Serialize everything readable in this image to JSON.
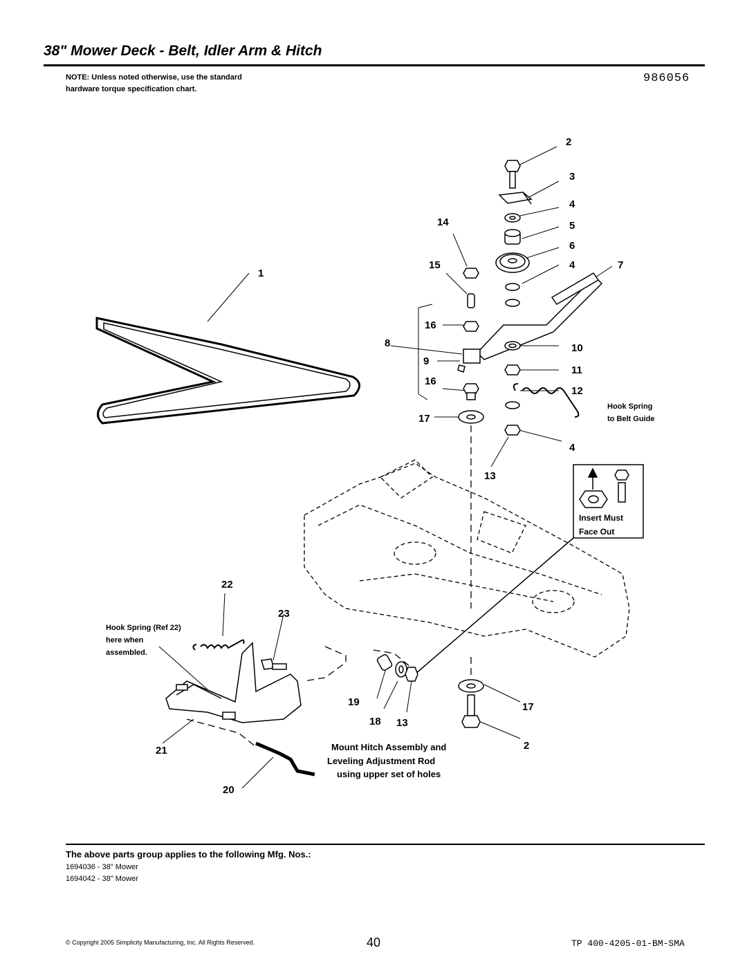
{
  "title": "38\" Mower Deck - Belt, Idler Arm & Hitch",
  "note": "NOTE: Unless noted otherwise, use the standard hardware torque specification chart.",
  "part_number": "986056",
  "callouts": {
    "c1": "1",
    "c2a": "2",
    "c3": "3",
    "c4a": "4",
    "c5": "5",
    "c6": "6",
    "c4b": "4",
    "c7": "7",
    "c14": "14",
    "c15": "15",
    "c16a": "16",
    "c8": "8",
    "c9": "9",
    "c16b": "16",
    "c17a": "17",
    "c10": "10",
    "c11": "11",
    "c12": "12",
    "c4c": "4",
    "c13a": "13",
    "c22": "22",
    "c23": "23",
    "c19": "19",
    "c18": "18",
    "c13b": "13",
    "c17b": "17",
    "c2b": "2",
    "c21": "21",
    "c20": "20"
  },
  "labels": {
    "hook_spring_belt_1": "Hook Spring",
    "hook_spring_belt_2": "to Belt Guide",
    "insert_must": "Insert Must",
    "face_out": "Face Out",
    "hook_spring_ref_1": "Hook Spring (Ref 22)",
    "hook_spring_ref_2": "here when",
    "hook_spring_ref_3": "assembled.",
    "mount_1": "Mount Hitch Assembly and",
    "mount_2": "Leveling Adjustment Rod",
    "mount_3": "using upper set of holes"
  },
  "applies_heading": "The above parts group applies to the following Mfg. Nos.:",
  "mfg_numbers": [
    "1694036 - 38\" Mower",
    "1694042 - 38\" Mower"
  ],
  "footer": {
    "copyright": "© Copyright 2005 Simplicity Manufacturing, Inc. All Rights Reserved.",
    "page": "40",
    "doc_code": "TP 400-4205-01-BM-SMA"
  }
}
